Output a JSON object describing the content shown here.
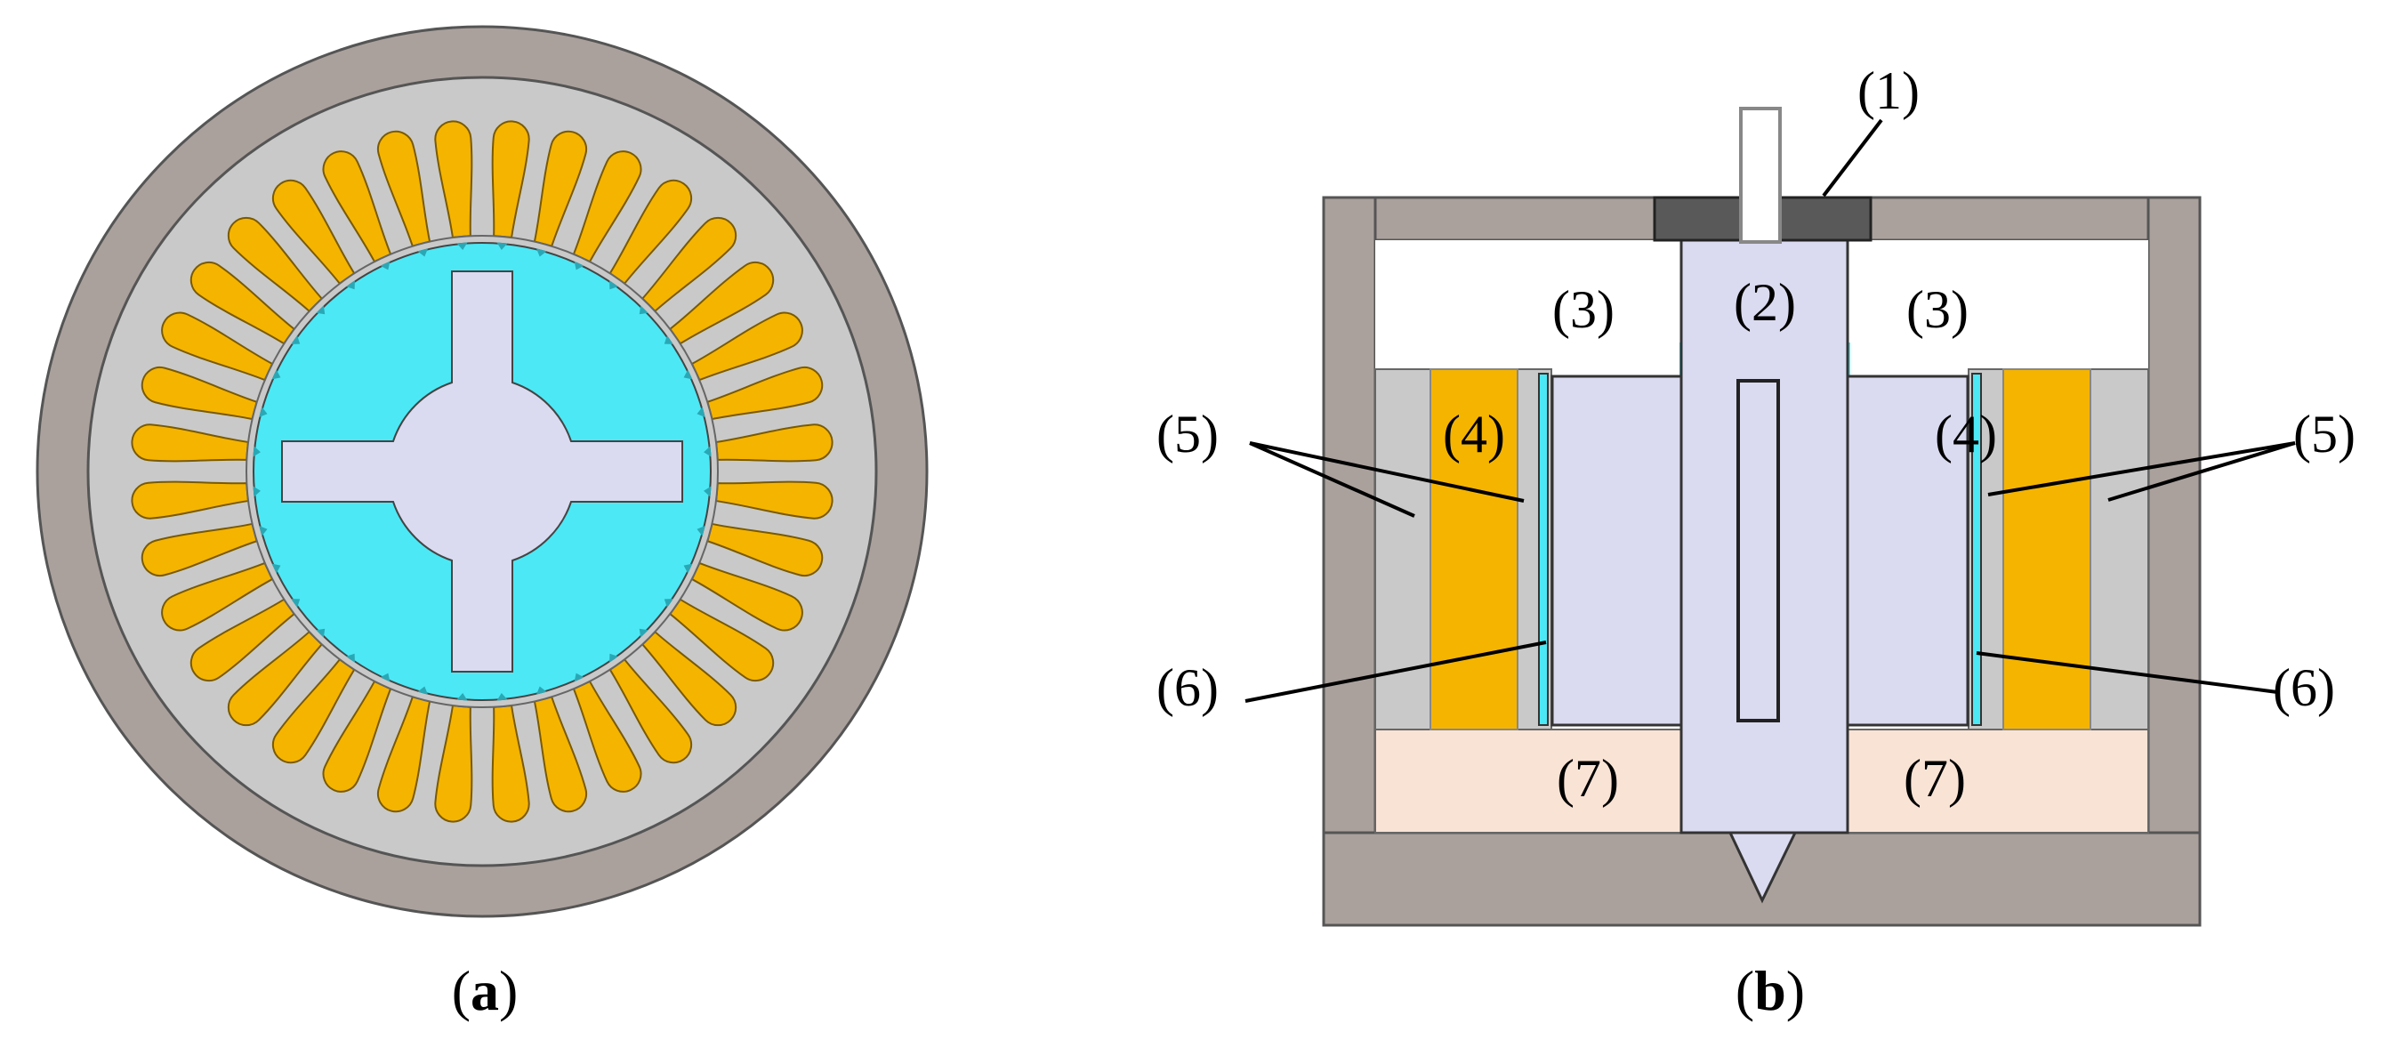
{
  "panels": [
    {
      "id": "a",
      "caption_open": "(",
      "caption_letter": "a",
      "caption_close": ")"
    },
    {
      "id": "b",
      "caption_open": "(",
      "caption_letter": "b",
      "caption_close": ")"
    }
  ],
  "labels": {
    "l1": "(1)",
    "l2": "(2)",
    "l3": "(3)",
    "l4": "(4)",
    "l5": "(5)",
    "l6": "(6)",
    "l7": "(7)"
  },
  "colors": {
    "housing": "#aaa19d",
    "stator_core": "#c9c9c9",
    "winding": "#f5b400",
    "rotor_cyan": "#4ce8f5",
    "rotor_lavender": "#dadaf0",
    "cap_dark": "#595959",
    "bottom_plate": "#f9e3d5",
    "outline": "#333333"
  },
  "stator": {
    "slot_count": 36
  }
}
